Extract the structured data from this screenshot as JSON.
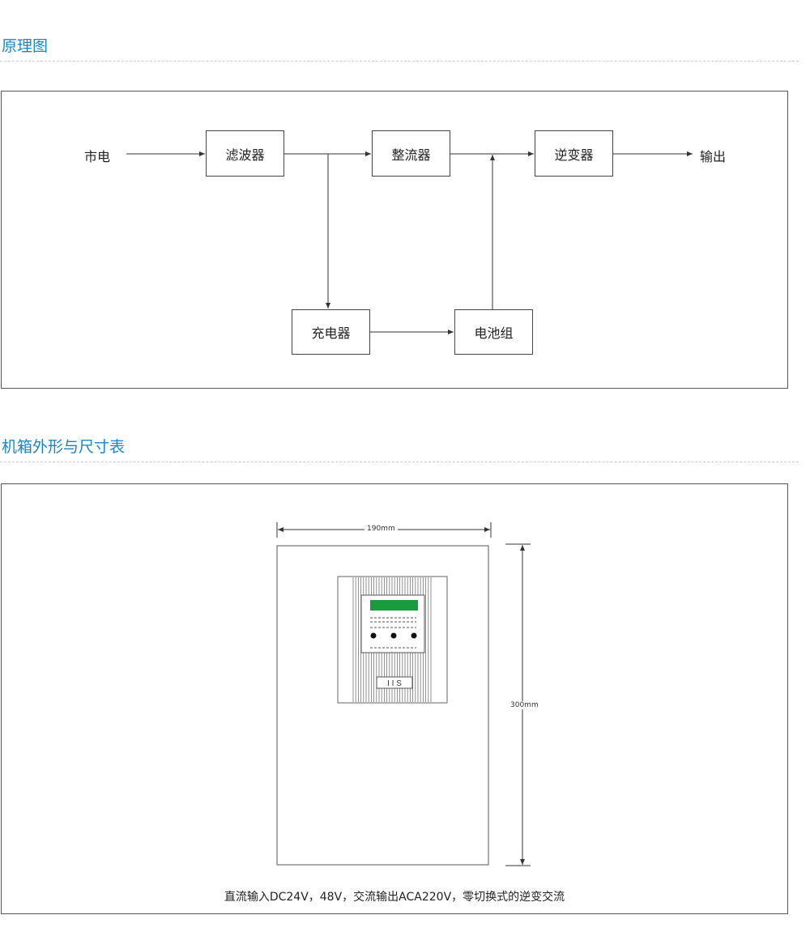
{
  "sections": {
    "principle_title": "原理图",
    "cabinet_title": "机箱外形与尺寸表"
  },
  "diagram": {
    "input": "市电",
    "filter": "滤波器",
    "rectifier": "整流器",
    "inverter": "逆变器",
    "output": "输出",
    "charger": "充电器",
    "battery": "电池组"
  },
  "cabinet": {
    "width_label": "190mm",
    "height_label": "300mm",
    "switch_label": "I I S",
    "screen_color": "#1a9c3c",
    "caption": "直流输入DC24V，48V，交流输出ACA220V，零切换式的逆变交流"
  }
}
